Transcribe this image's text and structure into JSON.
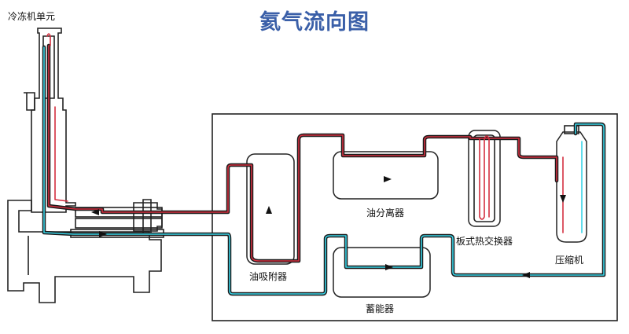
{
  "title": "氦气流向图",
  "labels": {
    "cryo_unit": "冷冻机单元",
    "oil_separator": "油分离器",
    "plate_heat_exchanger": "板式热交换器",
    "oil_adsorber": "油吸附器",
    "compressor": "压缩机",
    "storage_tank": "蓄能器"
  },
  "colors": {
    "title": "#3a5fa8",
    "hot_line": "#d32f3f",
    "cold_line": "#39d4e8",
    "pipe_outline": "#1a1a1a"
  }
}
